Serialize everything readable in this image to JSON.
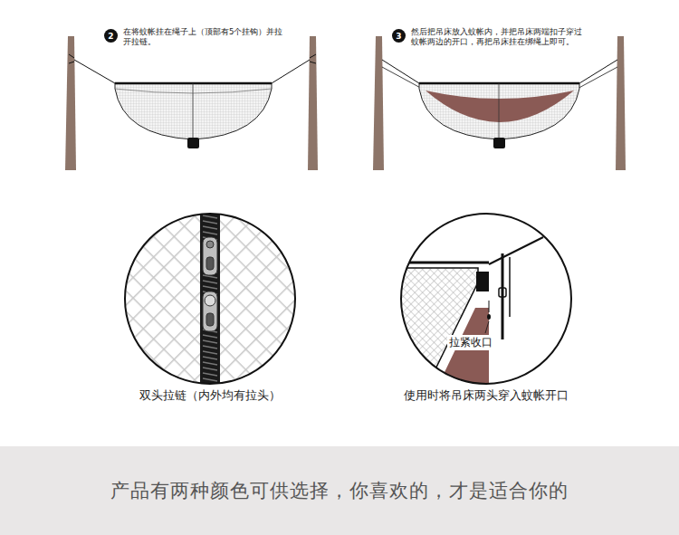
{
  "diagram": {
    "nodes": [
      {
        "text": [
          "2"
        ]
      },
      {
        "text": [
          "3"
        ]
      },
      {
        "text": [
          "产品有两种颜色可供选择，你喜欢的，才是适合你的"
        ]
      }
    ],
    "labels": [
      "在将蚊帐挂在绳子上（顶部有5个挂钩）并拉开拉链。",
      "然后把吊床放入蚊帐内，并把吊床两端扣子穿过蚊帐两边的开口，再把吊床挂在绑绳上即可。",
      "拉紧收口",
      "双头拉链（内外均有拉头）",
      "使用时将吊床两头穿入蚊帐开口"
    ]
  }
}
